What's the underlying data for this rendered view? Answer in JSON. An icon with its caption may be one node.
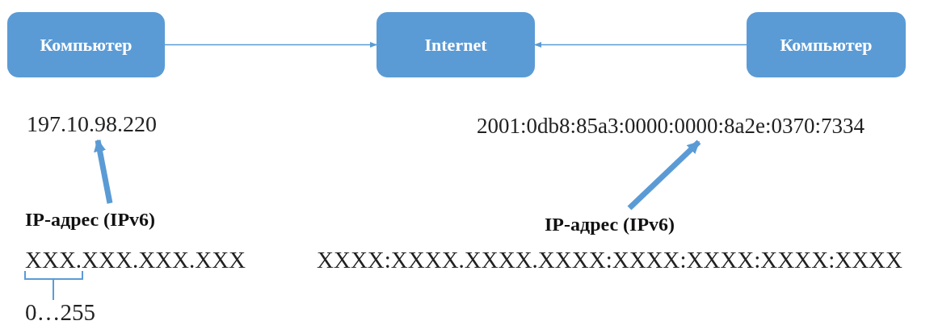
{
  "diagram": {
    "nodes": [
      {
        "text": [
          "Компьютер"
        ]
      },
      {
        "text": [
          "Internet"
        ]
      },
      {
        "text": [
          "Компьютер"
        ]
      },
      {
        "text": [
          "197.10.98.220"
        ]
      },
      {
        "text": [
          "IP-адрес (IPv6)"
        ]
      },
      {
        "text": [
          "2001:0db8:85a3:0000:0000:8a2e:0370:7334"
        ]
      },
      {
        "text": [
          "IP-адрес (IPv6)"
        ]
      }
    ],
    "edges": [
      {
        "from": 0,
        "to": 1,
        "arrow": "to"
      },
      {
        "from": 2,
        "to": 1,
        "arrow": "to"
      },
      {
        "from": 4,
        "to": 3,
        "arrow": "to",
        "style": "thick"
      },
      {
        "from": 6,
        "to": 5,
        "arrow": "to",
        "style": "thick"
      }
    ],
    "labels": [
      "XXX.XXX.XXX.XXX",
      "XXXX:XXXX.XXXX.XXXX:XXXX:XXXX:XXXX:XXXX",
      "0…255"
    ]
  }
}
